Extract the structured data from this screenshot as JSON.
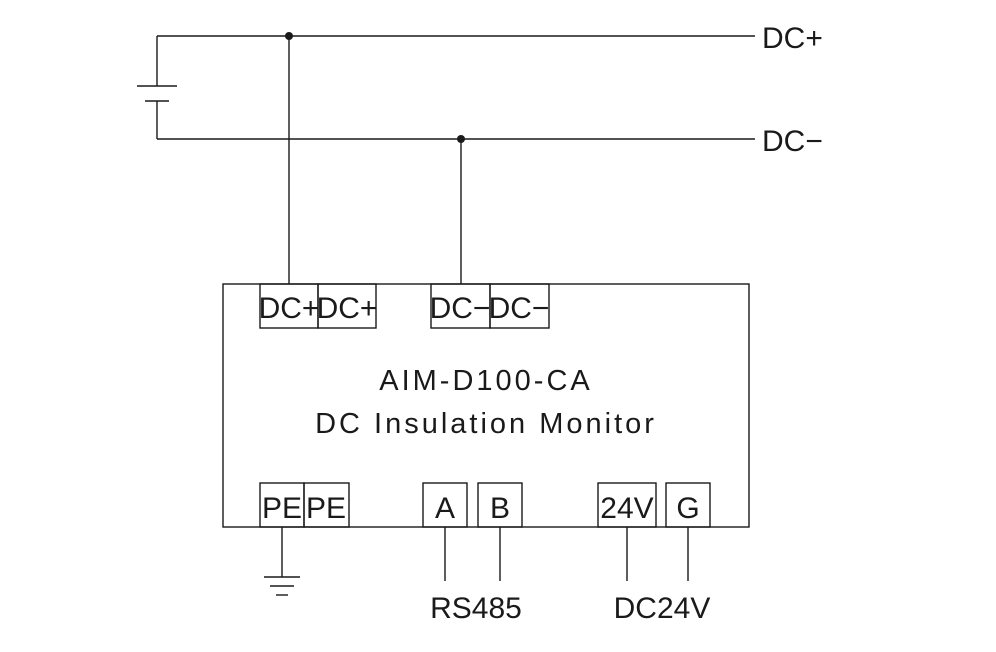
{
  "bus": {
    "dc_plus_label": "DC+",
    "dc_minus_label": "DC−"
  },
  "device": {
    "model": "AIM-D100-CA",
    "name": "DC Insulation Monitor",
    "terminals_top": [
      "DC+",
      "DC+",
      "DC−",
      "DC−"
    ],
    "terminals_bottom": [
      "PE",
      "PE",
      "A",
      "B",
      "24V",
      "G"
    ]
  },
  "connections": {
    "rs485_label": "RS485",
    "power_label": "DC24V"
  },
  "icons": [
    "battery-icon",
    "ground-icon",
    "junction-dot-icon"
  ],
  "colors": {
    "line": "#1a1a1a",
    "background": "#ffffff"
  }
}
